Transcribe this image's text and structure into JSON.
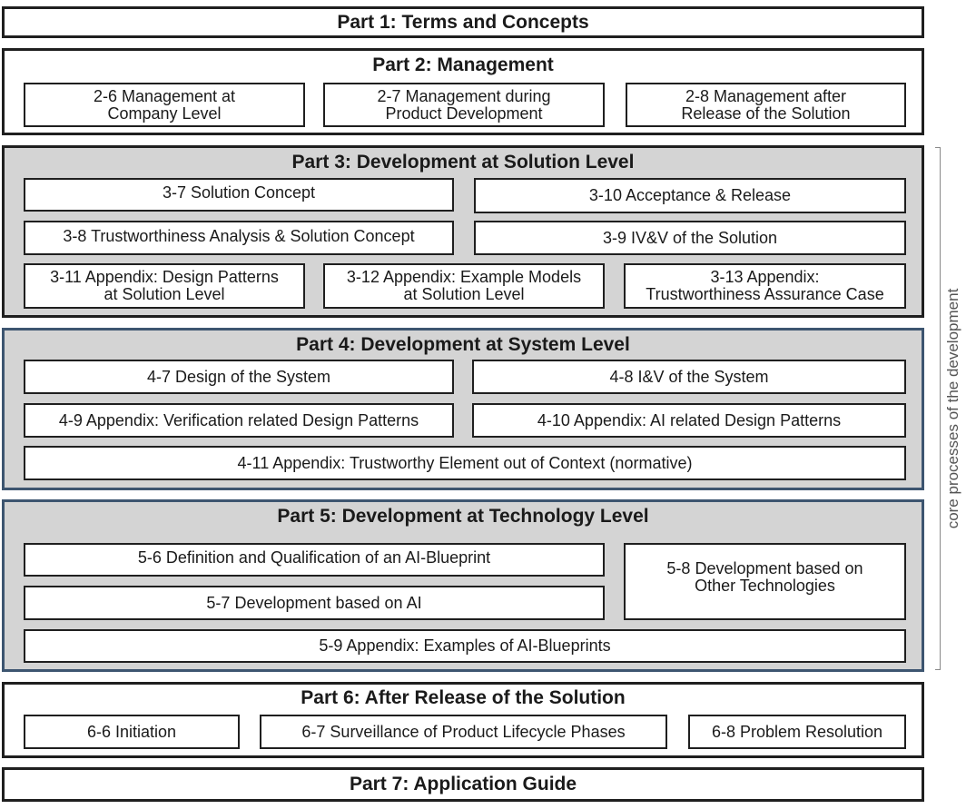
{
  "part1": {
    "title": "Part 1: Terms and Concepts"
  },
  "part2": {
    "title": "Part 2: Management",
    "items": [
      {
        "line1": "2-6 Management at",
        "line2": "Company Level"
      },
      {
        "line1": "2-7 Management during",
        "line2": "Product Development"
      },
      {
        "line1": "2-8 Management after",
        "line2": "Release of the Solution"
      }
    ]
  },
  "part3": {
    "title": "Part 3: Development at Solution Level",
    "items": {
      "s37": "3-7 Solution Concept",
      "s310": "3-10 Acceptance & Release",
      "s38": "3-8 Trustworthiness Analysis & Solution Concept",
      "s39": "3-9 IV&V of the Solution",
      "s311": {
        "line1": "3-11 Appendix:  Design Patterns",
        "line2": "at Solution Level"
      },
      "s312": {
        "line1": "3-12 Appendix:  Example Models",
        "line2": "at Solution Level"
      },
      "s313": {
        "line1": "3-13 Appendix:",
        "line2": "Trustworthiness Assurance Case"
      }
    }
  },
  "part4": {
    "title": "Part 4: Development at System  Level",
    "items": {
      "s47": "4-7 Design of the System",
      "s48": "4-8 I&V of the System",
      "s49": "4-9 Appendix:  Verification related Design Patterns",
      "s410": "4-10 Appendix:  AI related Design Patterns",
      "s411": "4-11 Appendix:  Trustworthy Element out of Context (normative)"
    }
  },
  "part5": {
    "title": "Part 5: Development at Technology Level",
    "items": {
      "s56": "5-6 Definition and Qualification of an AI-Blueprint",
      "s57": "5-7 Development based on AI",
      "s58": {
        "line1": "5-8 Development based on",
        "line2": "Other Technologies"
      },
      "s59": "5-9 Appendix:  Examples of AI-Blueprints"
    }
  },
  "part6": {
    "title": "Part 6: After Release of the Solution",
    "items": {
      "s66": "6-6 Initiation",
      "s67": "6-7 Surveillance of Product Lifecycle Phases",
      "s68": "6-8 Problem Resolution"
    }
  },
  "part7": {
    "title": "Part 7: Application Guide"
  },
  "side_label": "core processes of the development"
}
